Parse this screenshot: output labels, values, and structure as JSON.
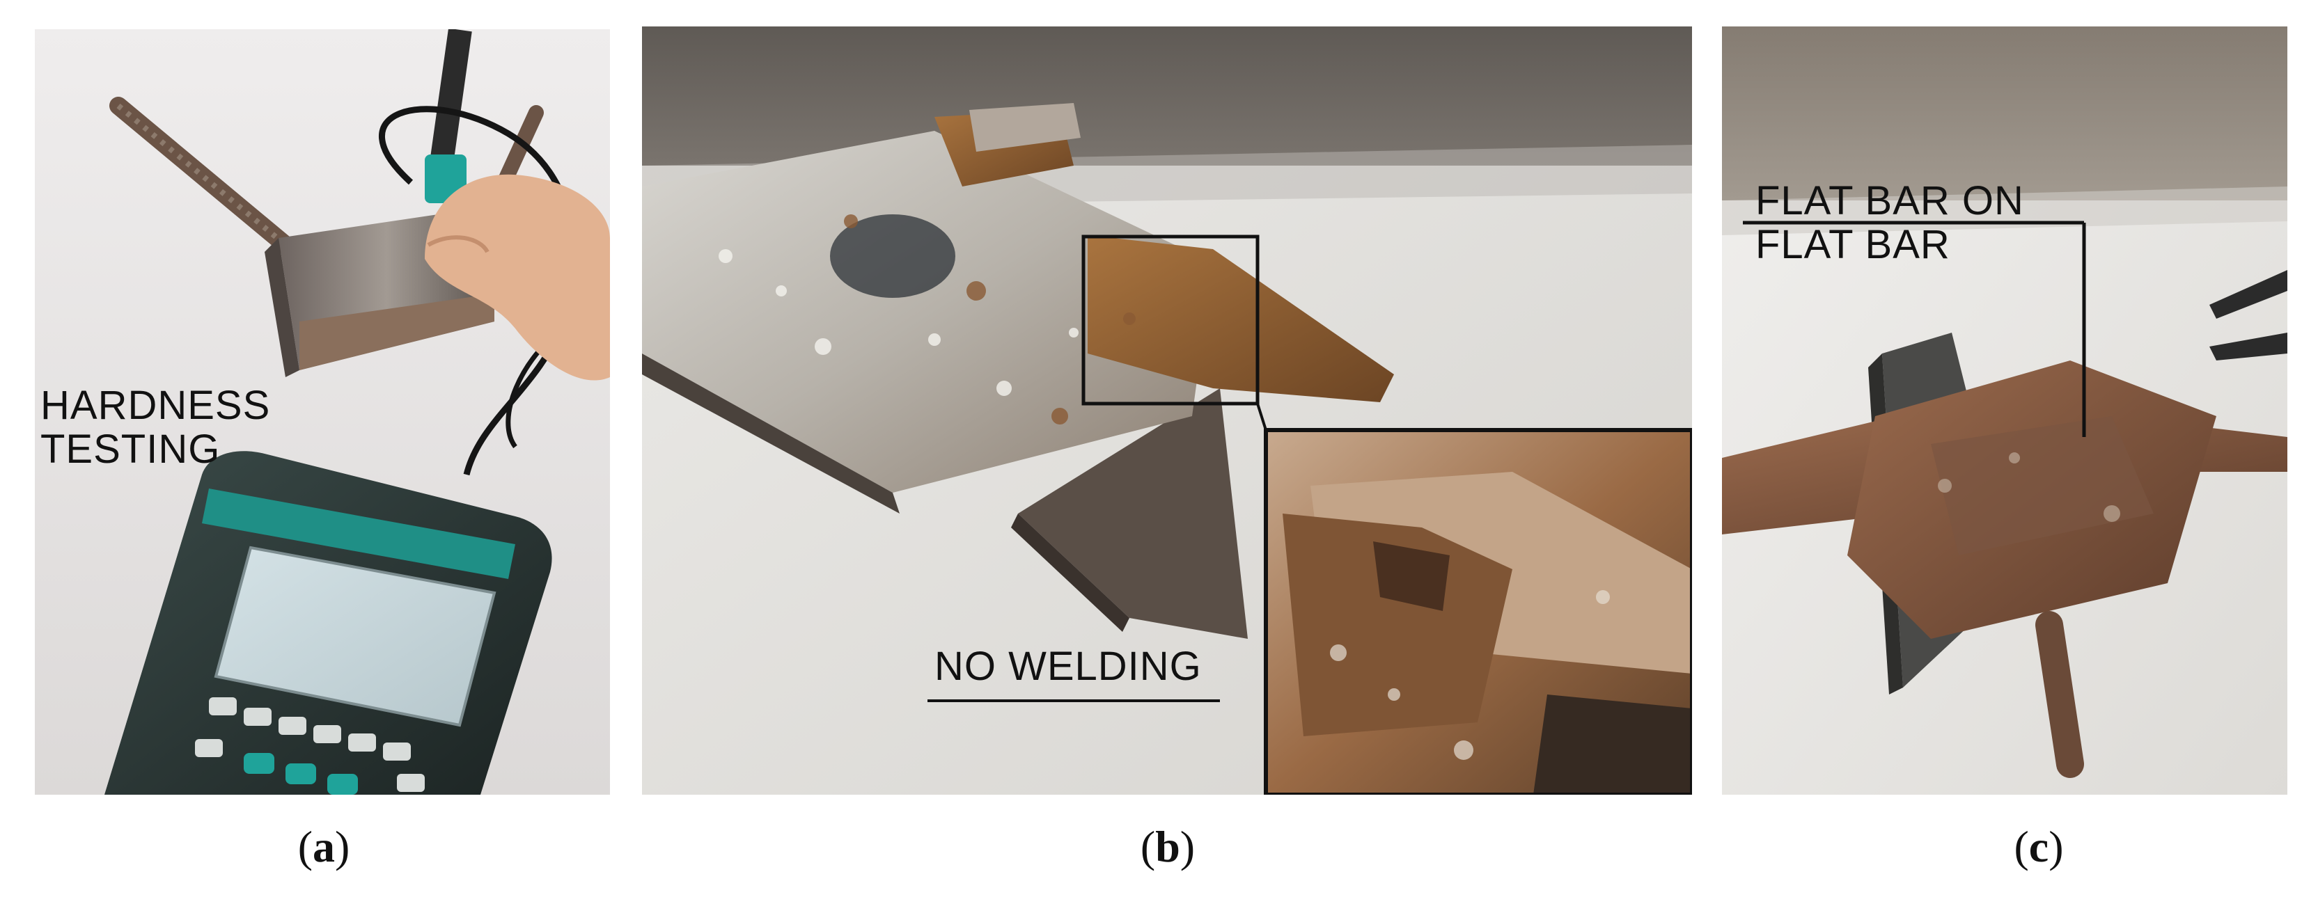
{
  "panels": {
    "a": {
      "label": "HARDNESS\nTESTING",
      "caption_letter": "a"
    },
    "b": {
      "label": "NO WELDING",
      "caption_letter": "b"
    },
    "c": {
      "label": "FLAT BAR ON\nFLAT BAR",
      "caption_letter": "c"
    }
  },
  "caption_open": "(",
  "caption_close": ")",
  "colors": {
    "rust": "#8a5a34",
    "steel": "#9b9a96",
    "device_teal": "#1f8f86",
    "background_table": "#e5e3df"
  }
}
